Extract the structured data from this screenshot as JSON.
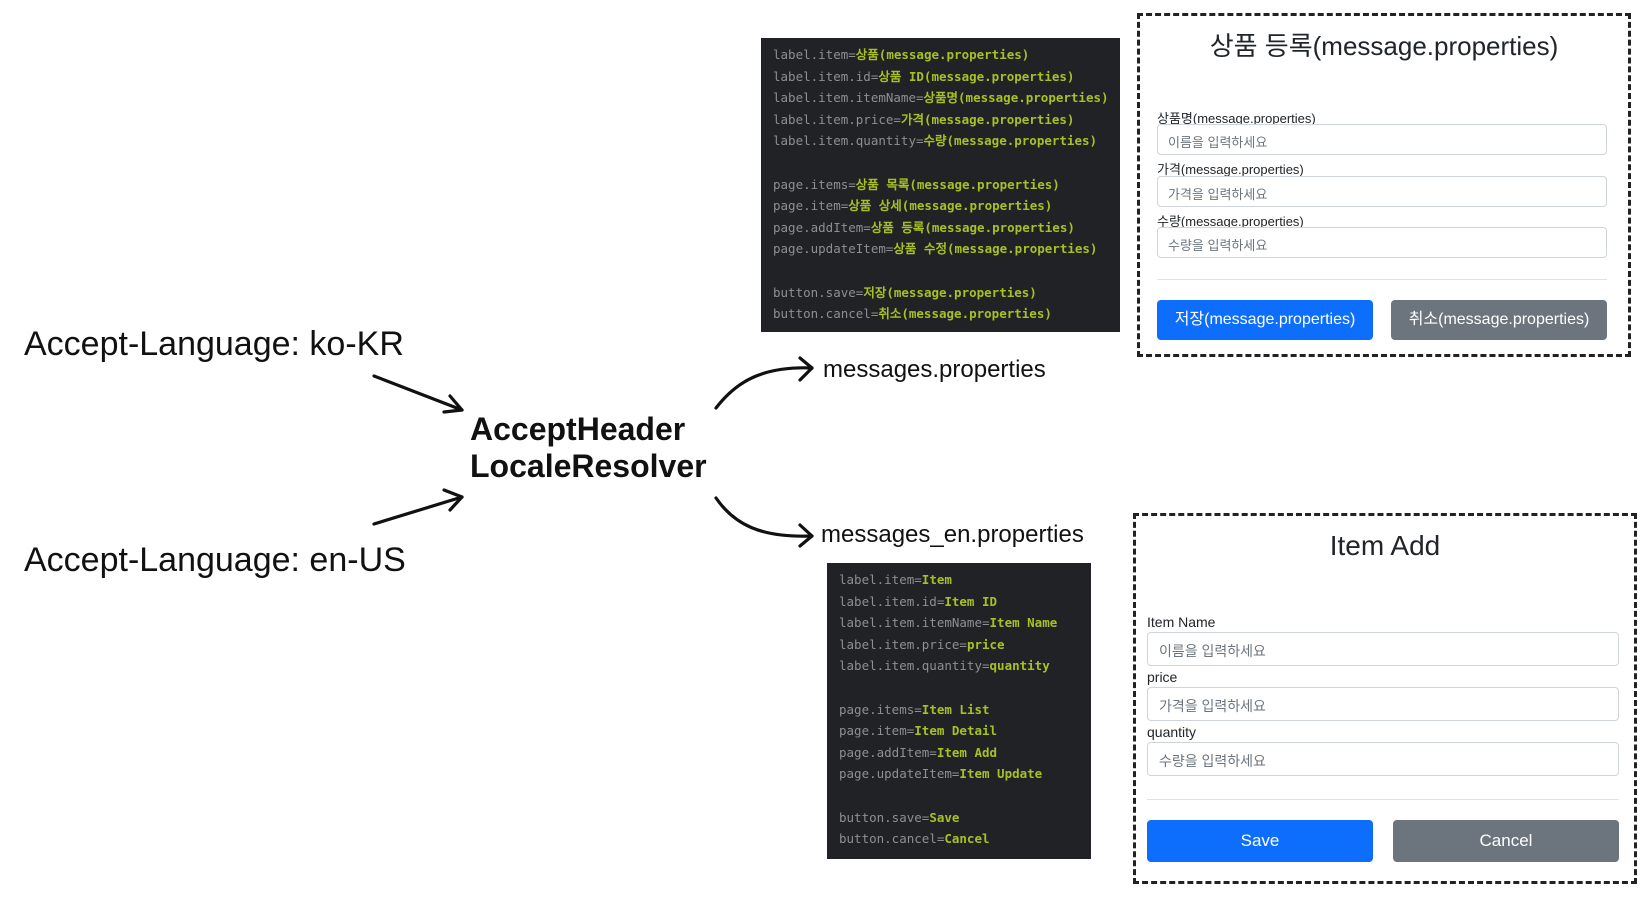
{
  "languages": {
    "ko": "Accept-Language: ko-KR",
    "en": "Accept-Language: en-US"
  },
  "resolver": {
    "line1": "AcceptHeader",
    "line2": "LocaleResolver"
  },
  "files": {
    "default": "messages.properties",
    "en": "messages_en.properties"
  },
  "code_ko": [
    {
      "k": "label.item=",
      "v": "상품(message.properties)"
    },
    {
      "k": "label.item.id=",
      "v": "상품 ID(message.properties)"
    },
    {
      "k": "label.item.itemName=",
      "v": "상품명(message.properties)"
    },
    {
      "k": "label.item.price=",
      "v": "가격(message.properties)"
    },
    {
      "k": "label.item.quantity=",
      "v": "수량(message.properties)"
    },
    {
      "k": "",
      "v": ""
    },
    {
      "k": "page.items=",
      "v": "상품 목록(message.properties)"
    },
    {
      "k": "page.item=",
      "v": "상품 상세(message.properties)"
    },
    {
      "k": "page.addItem=",
      "v": "상품 등록(message.properties)"
    },
    {
      "k": "page.updateItem=",
      "v": "상품 수정(message.properties)"
    },
    {
      "k": "",
      "v": ""
    },
    {
      "k": "button.save=",
      "v": "저장(message.properties)"
    },
    {
      "k": "button.cancel=",
      "v": "취소(message.properties)"
    }
  ],
  "code_en": [
    {
      "k": "label.item=",
      "v": "Item"
    },
    {
      "k": "label.item.id=",
      "v": "Item ID"
    },
    {
      "k": "label.item.itemName=",
      "v": "Item Name"
    },
    {
      "k": "label.item.price=",
      "v": "price"
    },
    {
      "k": "label.item.quantity=",
      "v": "quantity"
    },
    {
      "k": "",
      "v": ""
    },
    {
      "k": "page.items=",
      "v": "Item List"
    },
    {
      "k": "page.item=",
      "v": "Item Detail"
    },
    {
      "k": "page.addItem=",
      "v": "Item Add"
    },
    {
      "k": "page.updateItem=",
      "v": "Item Update"
    },
    {
      "k": "",
      "v": ""
    },
    {
      "k": "button.save=",
      "v": "Save"
    },
    {
      "k": "button.cancel=",
      "v": "Cancel"
    }
  ],
  "form_ko": {
    "title": "상품 등록(message.properties)",
    "name_label": "상품명(message.properties)",
    "name_placeholder": "이름을 입력하세요",
    "price_label": "가격(message.properties)",
    "price_placeholder": "가격을 입력하세요",
    "quantity_label": "수량(message.properties)",
    "quantity_placeholder": "수량을 입력하세요",
    "save": "저장(message.properties)",
    "cancel": "취소(message.properties)"
  },
  "form_en": {
    "title": "Item Add",
    "name_label": "Item Name",
    "name_placeholder": "이름을 입력하세요",
    "price_label": "price",
    "price_placeholder": "가격을 입력하세요",
    "quantity_label": "quantity",
    "quantity_placeholder": "수량을 입력하세요",
    "save": "Save",
    "cancel": "Cancel"
  },
  "colors": {
    "code_bg": "#202225",
    "code_key": "#8c8f94",
    "code_value": "#a8c023",
    "primary": "#0d6efd",
    "secondary": "#6c757d"
  }
}
